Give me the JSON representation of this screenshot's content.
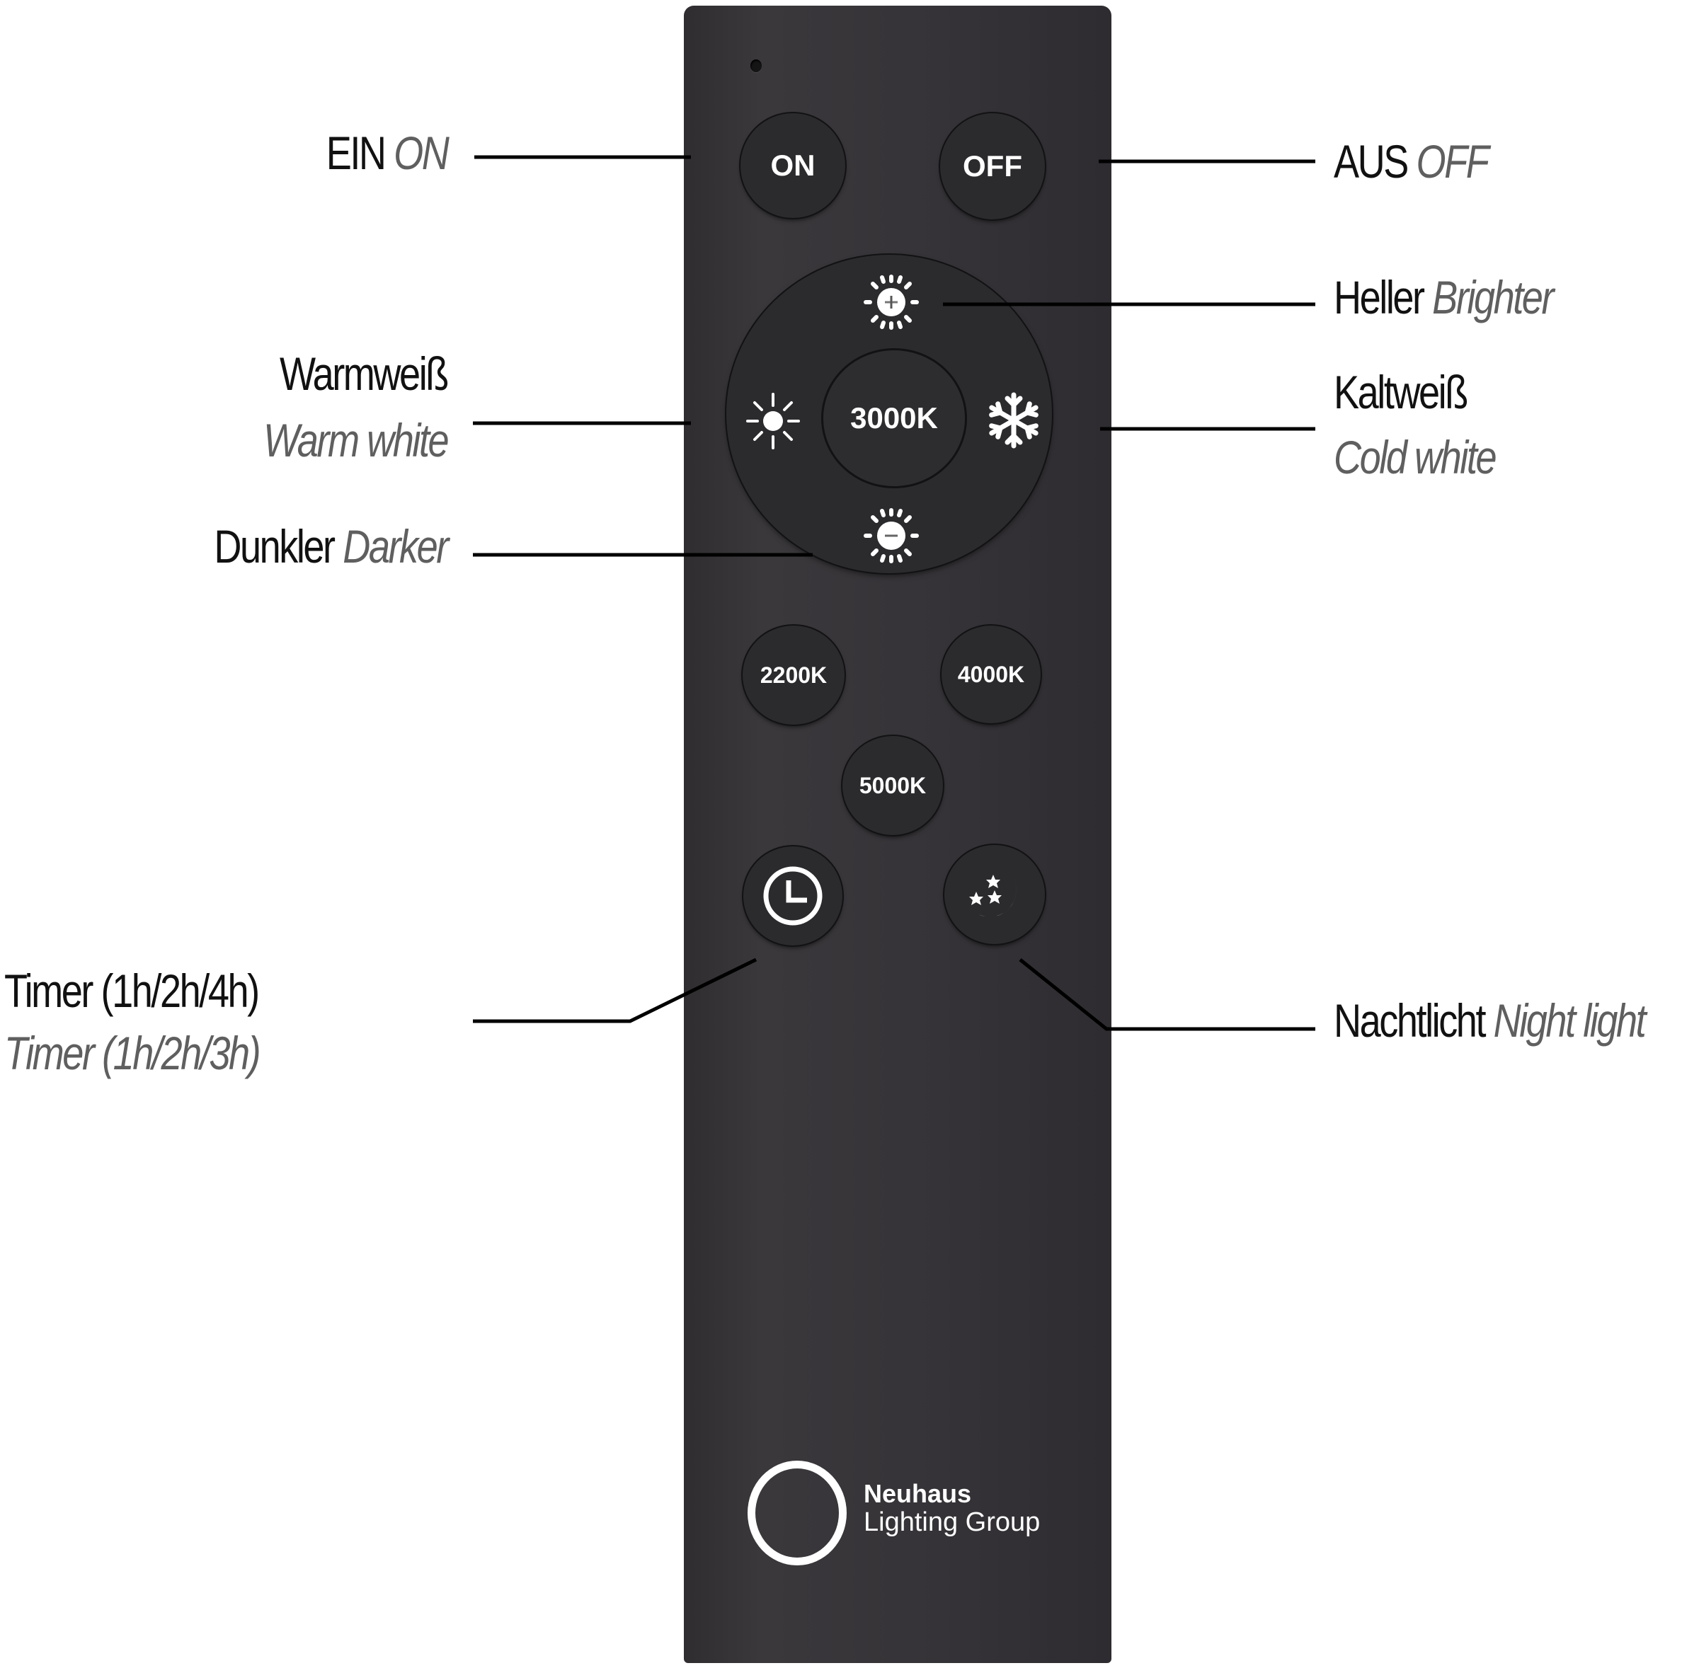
{
  "remote": {
    "brand": {
      "line1": "Neuhaus",
      "line2": "Lighting Group"
    },
    "buttons": {
      "on": "ON",
      "off": "OFF",
      "center": "3000K",
      "k2200": "2200K",
      "k4000": "4000K",
      "k5000": "5000K"
    },
    "icons": {
      "brighter": "sun-plus-icon",
      "darker": "sun-minus-icon",
      "warm": "sun-icon",
      "cold": "snowflake-icon",
      "timer": "clock-icon",
      "night": "moon-stars-icon"
    },
    "colors": {
      "body": "#363438",
      "button": "#2b2a2d",
      "glyph": "#ffffff",
      "line": "#000000"
    }
  },
  "labels": {
    "on": {
      "de": "EIN",
      "en": "ON"
    },
    "off": {
      "de": "AUS",
      "en": "OFF"
    },
    "brighter": {
      "de": "Heller",
      "en": "Brighter"
    },
    "warm": {
      "de": "Warmweiß",
      "en": "Warm white"
    },
    "cold": {
      "de": "Kaltweiß",
      "en": "Cold white"
    },
    "darker": {
      "de": "Dunkler",
      "en": "Darker"
    },
    "timer": {
      "de": "Timer (1h/2h/4h)",
      "en": "Timer (1h/2h/3h)"
    },
    "night": {
      "de": "Nachtlicht",
      "en": "Night light"
    }
  }
}
